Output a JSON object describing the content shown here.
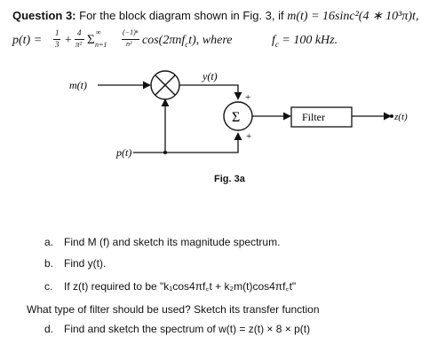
{
  "question": {
    "label": "Question 3:",
    "intro": "For the block diagram shown in Fig. 3, if",
    "m_def": "m(t) = 16sinc²(4 ∗ 10³π)t,",
    "p_lhs": "p(t) =",
    "p_frac1_num": "1",
    "p_frac1_den": "3",
    "p_plus": "+",
    "p_frac2_num": "4",
    "p_frac2_den": "π²",
    "p_sum": "Σ",
    "p_sum_limits": "∞",
    "p_sum_index": "n=1",
    "p_frac3_num": "(−1)ⁿ",
    "p_frac3_den": "n²",
    "p_cos": "cos(2πnf",
    "p_cos_sub": "c",
    "p_cos_end": "t), where",
    "fc_def": "f",
    "fc_sub": "c",
    "fc_val": "= 100 kHz."
  },
  "diagram": {
    "m_label": "m(t)",
    "y_label": "y(t)",
    "p_label": "p(t)",
    "multiplier_symbol": "×",
    "sum_symbol": "Σ",
    "plus_top": "+",
    "plus_bottom": "+",
    "filter_label": "Filter",
    "z_label": "z(t)",
    "caption": "Fig. 3a"
  },
  "items": [
    {
      "label": "a.",
      "text": "Find M (f) and sketch its magnitude spectrum."
    },
    {
      "label": "b.",
      "text": "Find y(t)."
    },
    {
      "label": "c.",
      "text": "If z(t) required to be \"k₁cos4πf꜀t + k₂m(t)cos4πf꜀t\""
    }
  ],
  "followup": "What type of filter should be used? Sketch its transfer function",
  "item_d": {
    "label": "d.",
    "text": "Find and sketch the spectrum of w(t) = z(t) × 8 × p(t)"
  }
}
